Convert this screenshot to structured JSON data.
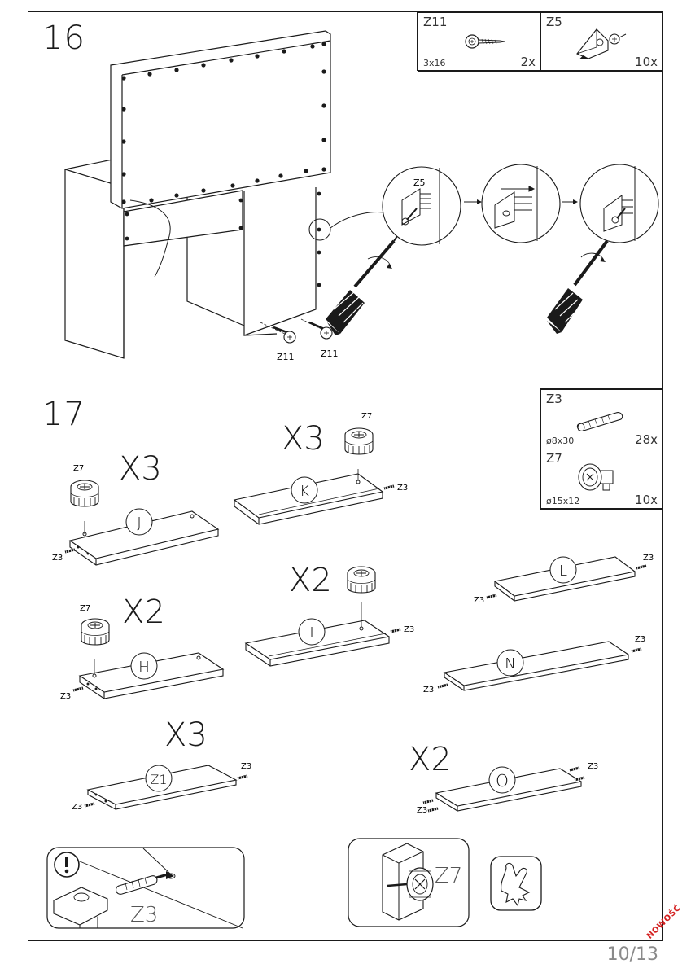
{
  "steps": {
    "step16": {
      "number": "16",
      "parts": [
        {
          "code": "Z11",
          "size": "3x16",
          "qty": "2x",
          "icon": "wood-screw-icon"
        },
        {
          "code": "Z5",
          "size": "",
          "qty": "10x",
          "icon": "corner-bracket-icon"
        }
      ],
      "screw_labels": [
        "Z11",
        "Z11"
      ],
      "detail_label": "Z5"
    },
    "step17": {
      "number": "17",
      "parts": [
        {
          "code": "Z3",
          "size": "ø8x30",
          "qty": "28x",
          "icon": "dowel-icon"
        },
        {
          "code": "Z7",
          "size": "ø15x12",
          "qty": "10x",
          "icon": "cam-lock-icon"
        }
      ],
      "panels": [
        {
          "letter": "J",
          "multiplier": "X3",
          "cam": "Z7",
          "dowels": [
            "Z3"
          ]
        },
        {
          "letter": "K",
          "multiplier": "X3",
          "cam": "Z7",
          "dowels": [
            "Z3"
          ]
        },
        {
          "letter": "L",
          "multiplier": "",
          "cam": "",
          "dowels": [
            "Z3",
            "Z3"
          ]
        },
        {
          "letter": "H",
          "multiplier": "X2",
          "cam": "Z7",
          "dowels": [
            "Z3"
          ]
        },
        {
          "letter": "I",
          "multiplier": "X2",
          "cam": "Z7",
          "dowels": [
            "Z3"
          ]
        },
        {
          "letter": "N",
          "multiplier": "",
          "cam": "",
          "dowels": [
            "Z3",
            "Z3"
          ]
        },
        {
          "letter": "Z1",
          "multiplier": "X3",
          "cam": "",
          "dowels": [
            "Z3",
            "Z3"
          ]
        },
        {
          "letter": "O",
          "multiplier": "X2",
          "cam": "",
          "dowels": [
            "Z3",
            "Z3"
          ]
        }
      ],
      "tip_dowel_label": "Z3",
      "tip_cam_label": "Z7"
    }
  },
  "footer": {
    "page_number": "10/13",
    "badge": "NOWOŚĆ"
  },
  "icons": {
    "warning": "exclamation-warning-icon",
    "glove": "glove-hand-icon",
    "screwdriver": "screwdriver-icon"
  },
  "colors": {
    "line": "#1a1a1a",
    "badge": "#d42020",
    "page_number": "#8a8a8a"
  }
}
